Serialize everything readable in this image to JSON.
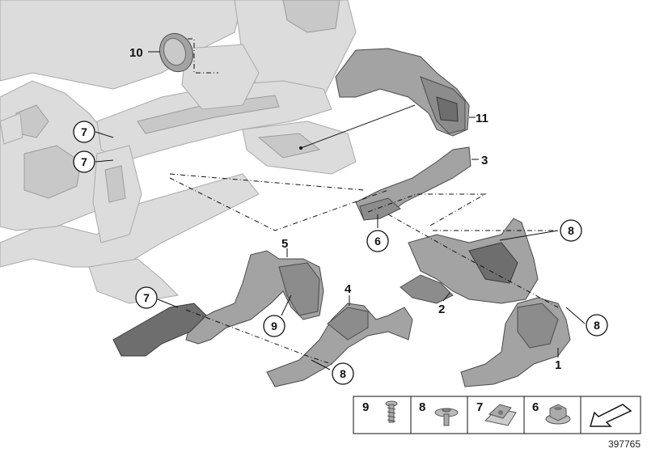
{
  "callouts": {
    "c1": "1",
    "c2": "2",
    "c3": "3",
    "c4": "4",
    "c5": "5",
    "c6": "6",
    "c7a": "7",
    "c7b": "7",
    "c7c": "7",
    "c8a": "8",
    "c8b": "8",
    "c8c": "8",
    "c9": "9",
    "c10": "10",
    "c11": "11"
  },
  "legend": {
    "cells": [
      {
        "label": "9",
        "icon": "screw-icon"
      },
      {
        "label": "8",
        "icon": "expanding-rivet-icon"
      },
      {
        "label": "7",
        "icon": "clip-nut-icon"
      },
      {
        "label": "6",
        "icon": "hex-nut-icon"
      },
      {
        "label": "",
        "icon": "direction-arrow-icon"
      }
    ]
  },
  "doc_number": "397765"
}
